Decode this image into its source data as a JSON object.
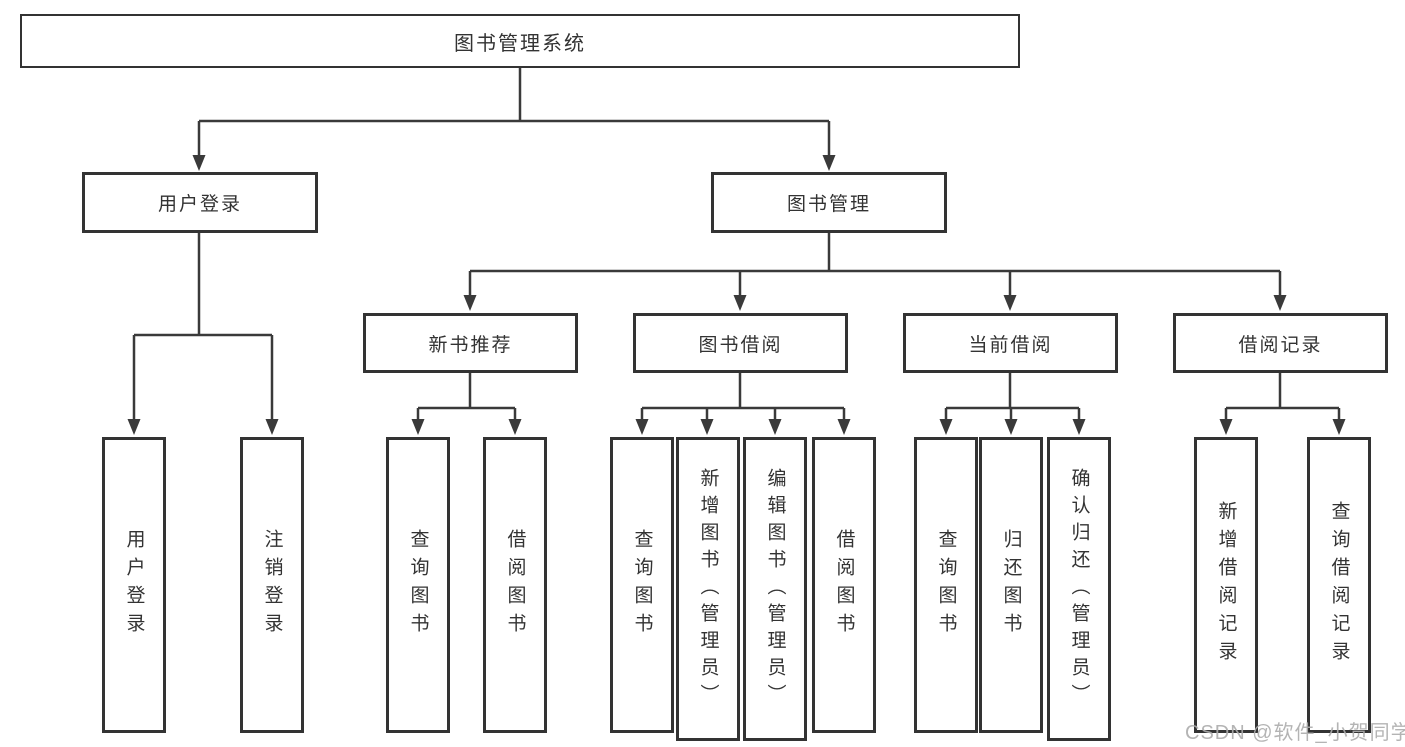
{
  "diagram": {
    "root_label": "图书管理系统",
    "level2": {
      "user_login": "用户登录",
      "book_mgmt": "图书管理"
    },
    "level3": {
      "new_books": "新书推荐",
      "book_borrow": "图书借阅",
      "current_borrow": "当前借阅",
      "borrow_records": "借阅记录"
    },
    "leaves": {
      "user_login": [
        "用户登录",
        "注销登录"
      ],
      "new_books": [
        "查询图书",
        "借阅图书"
      ],
      "book_borrow": [
        "查询图书",
        "新增图书（管理员）",
        "编辑图书（管理员）",
        "借阅图书"
      ],
      "current_borrow": [
        "查询图书",
        "归还图书",
        "确认归还（管理员）"
      ],
      "borrow_records": [
        "新增借阅记录",
        "查询借阅记录"
      ]
    }
  },
  "watermark": "CSDN @软件_小贺同学",
  "colors": {
    "line": "#3a3a3a",
    "box_border": "#333333",
    "text": "#333333",
    "watermark": "#acacac",
    "background": "#ffffff"
  }
}
